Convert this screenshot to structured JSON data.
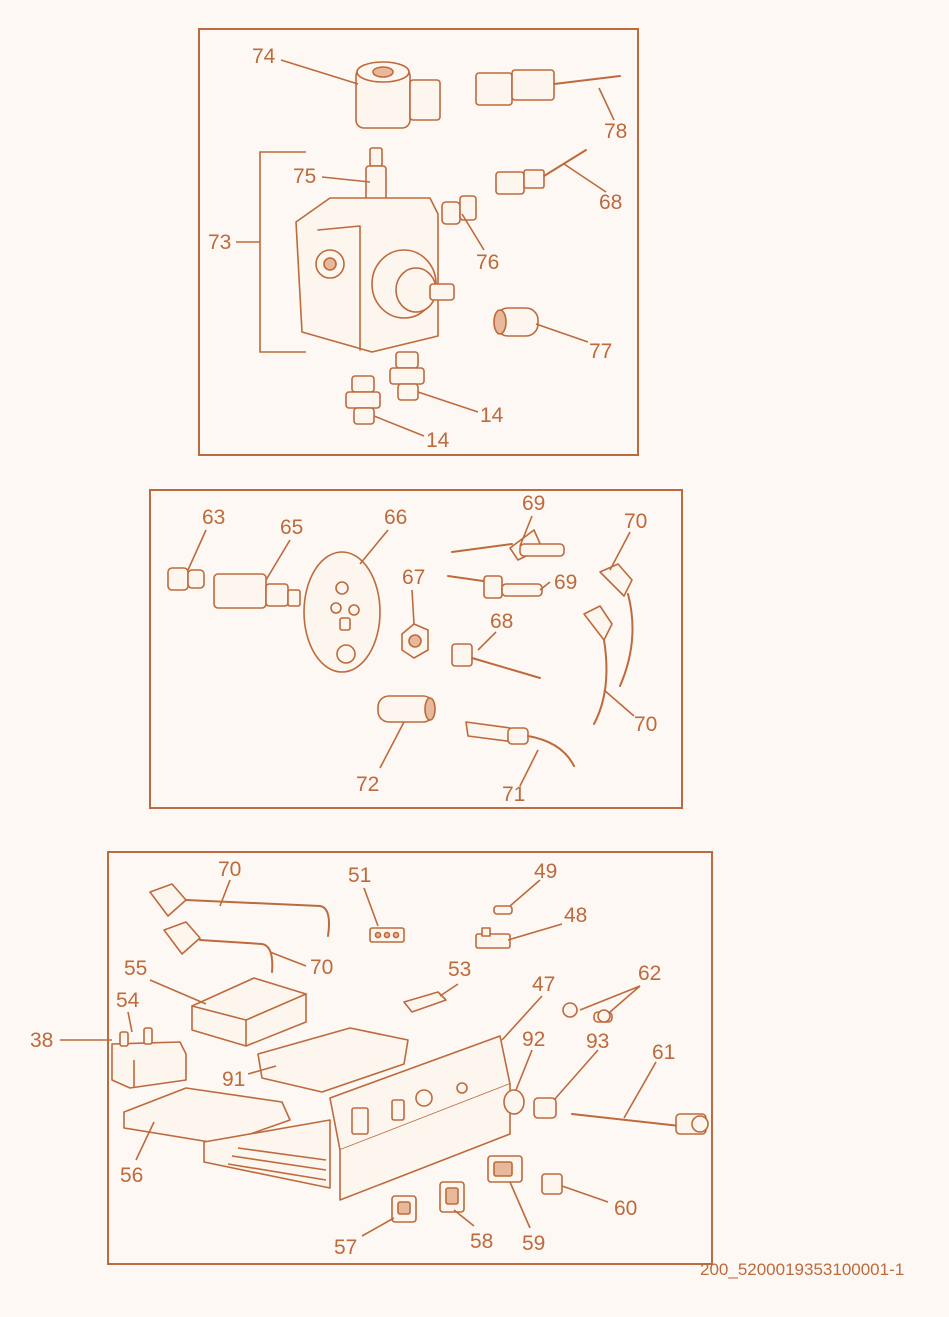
{
  "labels": {
    "l74": "74",
    "l78": "78",
    "l75": "75",
    "l68a": "68",
    "l73": "73",
    "l76": "76",
    "l77": "77",
    "l14a": "14",
    "l14b": "14",
    "l63": "63",
    "l65": "65",
    "l66": "66",
    "l69a": "69",
    "l70a": "70",
    "l67": "67",
    "l69b": "69",
    "l68b": "68",
    "l70b": "70",
    "l72": "72",
    "l71": "71",
    "l70c": "70",
    "l51": "51",
    "l49": "49",
    "l48": "48",
    "l70d": "70",
    "l55": "55",
    "l53": "53",
    "l62": "62",
    "l47": "47",
    "l54": "54",
    "l38": "38",
    "l92": "92",
    "l93": "93",
    "l61": "61",
    "l91": "91",
    "l56": "56",
    "l60": "60",
    "l57": "57",
    "l58": "58",
    "l59": "59"
  },
  "footer": {
    "drawing_id": "200_5200019353100001-1"
  },
  "colors": {
    "line": "#bd6a3c",
    "background": "#fdf8f3",
    "fill": "#e7b89a"
  }
}
